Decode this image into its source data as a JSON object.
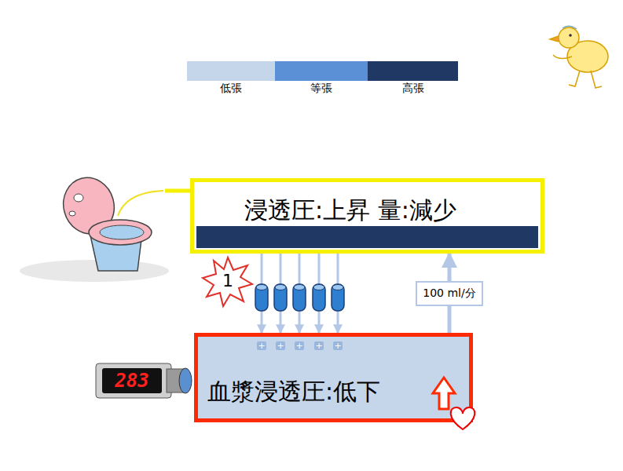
{
  "diagram": {
    "nodes": [
      {
        "text": [
          "浸透圧:上昇  量:減少"
        ]
      },
      {
        "text": [
          "血漿浸透圧:低下"
        ]
      }
    ],
    "edges": [
      {
        "from": 0,
        "to": 1,
        "arrow": "to"
      },
      {
        "from": 0,
        "to": 1,
        "arrow": "to"
      },
      {
        "from": 0,
        "to": 1,
        "arrow": "to"
      },
      {
        "from": 0,
        "to": 1,
        "arrow": "to"
      },
      {
        "from": 0,
        "to": 1,
        "arrow": "to"
      },
      {
        "from": 1,
        "to": 0,
        "label": "100 ml/分",
        "arrow": "to"
      }
    ],
    "labels": [
      "1",
      "283",
      "+",
      "+",
      "+",
      "+",
      "+"
    ],
    "legend": [
      {
        "text": "低張",
        "color": "#c5d5ea"
      },
      {
        "text": "等張",
        "color": "#5b8fd6"
      },
      {
        "text": "高張",
        "color": "#1f3864"
      }
    ]
  }
}
